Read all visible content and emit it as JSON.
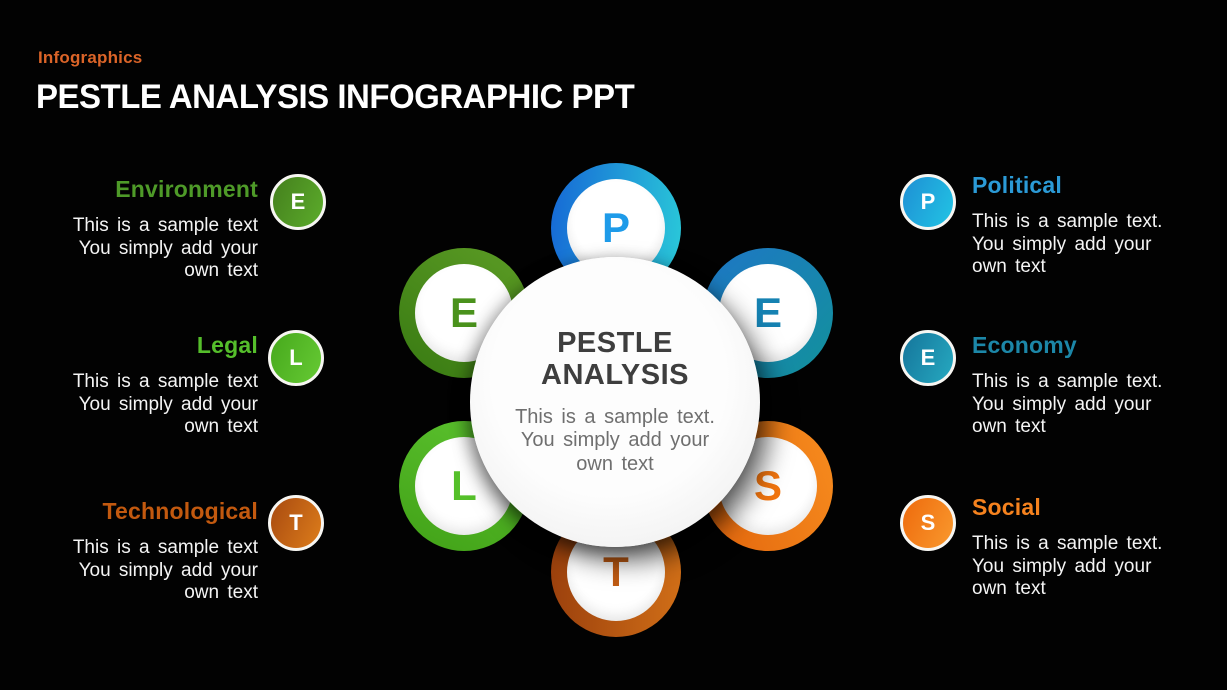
{
  "header": {
    "eyebrow": "Infographics",
    "eyebrow_color": "#DB6428",
    "title": "PESTLE ANALYSIS INFOGRAPHIC PPT"
  },
  "center": {
    "title": "PESTLE\nANALYSIS",
    "body": "This is a sample text.\nYou simply add your\nown text"
  },
  "petals": {
    "political": {
      "letter": "P",
      "ring_colors": [
        "#1668D6",
        "#2AC9D9"
      ],
      "letter_color": "#1E9BE9"
    },
    "environment": {
      "letter": "E",
      "ring_colors": [
        "#5C9C25",
        "#387A12"
      ],
      "letter_color": "#4A921C"
    },
    "economy": {
      "letter": "E",
      "ring_colors": [
        "#1E76C6",
        "#12929B"
      ],
      "letter_color": "#1682B2"
    },
    "legal": {
      "letter": "L",
      "ring_colors": [
        "#5DC430",
        "#41A117"
      ],
      "letter_color": "#55C02A"
    },
    "social": {
      "letter": "S",
      "ring_colors": [
        "#E2650D",
        "#F78C1E"
      ],
      "letter_color": "#F2750F"
    },
    "technological": {
      "letter": "T",
      "ring_colors": [
        "#9C410D",
        "#D06E17"
      ],
      "letter_color": "#C05B13"
    }
  },
  "left_items": [
    {
      "heading": "Environment",
      "heading_color": "#4E9A28",
      "badge_letter": "E",
      "badge_colors": [
        "#447F1D",
        "#5CAC2B"
      ],
      "body": "This is a sample text\nYou simply add your\nown text"
    },
    {
      "heading": "Legal",
      "heading_color": "#55BE2B",
      "badge_letter": "L",
      "badge_colors": [
        "#46A81C",
        "#66CA34"
      ],
      "body": "This is a sample text\nYou simply add your\nown text"
    },
    {
      "heading": "Technological",
      "heading_color": "#C2590F",
      "badge_letter": "T",
      "badge_colors": [
        "#A84A10",
        "#DD7D1B"
      ],
      "body": "This is a sample text\nYou simply add your\nown text"
    }
  ],
  "right_items": [
    {
      "heading": "Political",
      "heading_color": "#2B9AD6",
      "badge_letter": "P",
      "badge_colors": [
        "#1E8FD4",
        "#22C4E4"
      ],
      "body": "This is a sample text.\nYou simply add your\nown text"
    },
    {
      "heading": "Economy",
      "heading_color": "#1C87A8",
      "badge_letter": "E",
      "badge_colors": [
        "#15759B",
        "#26A9C0"
      ],
      "body": "This is a sample text.\nYou simply add your\nown text"
    },
    {
      "heading": "Social",
      "heading_color": "#F5821E",
      "badge_letter": "S",
      "badge_colors": [
        "#EE6A0C",
        "#F9992E"
      ],
      "body": "This is a sample text.\nYou simply add your\nown text"
    }
  ]
}
